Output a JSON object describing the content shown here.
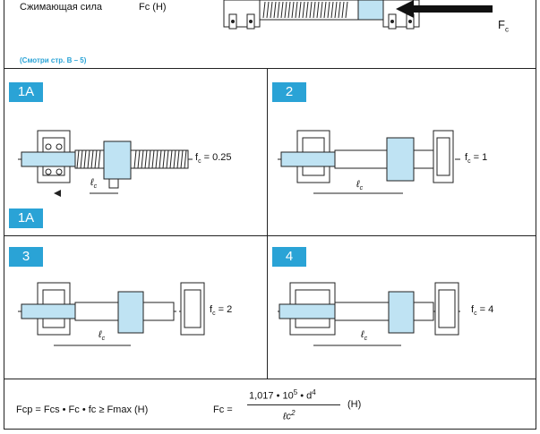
{
  "header": {
    "label": "Сжимающая сила",
    "symbol": "Fc (H)",
    "force_label": "F",
    "force_sub": "c"
  },
  "note": "(Смотри стр. B – 5)",
  "cases": [
    {
      "badge": "1A",
      "badge2": "1A",
      "factor": "= 0.25",
      "lc": "ℓ",
      "lc_sub": "c"
    },
    {
      "badge": "2",
      "factor": "= 1",
      "lc": "ℓ",
      "lc_sub": "c"
    },
    {
      "badge": "3",
      "factor": "= 2",
      "lc": "ℓ",
      "lc_sub": "c"
    },
    {
      "badge": "4",
      "factor": "= 4",
      "lc": "ℓ",
      "lc_sub": "c"
    }
  ],
  "factor_symbol": "f",
  "factor_sub": "c",
  "formula": {
    "left": "Fcp = Fcs • Fc • fc ≥ Fmax (H)",
    "fc_prefix": "Fc =",
    "numerator": "1,017 • 10",
    "num_exp": "5",
    "num_tail": " • d",
    "num_exp2": "4",
    "denominator": "ℓc",
    "den_exp": "2",
    "unit": "(H)"
  },
  "colors": {
    "accent": "#2aa3d6",
    "nut": "#bfe3f3"
  }
}
